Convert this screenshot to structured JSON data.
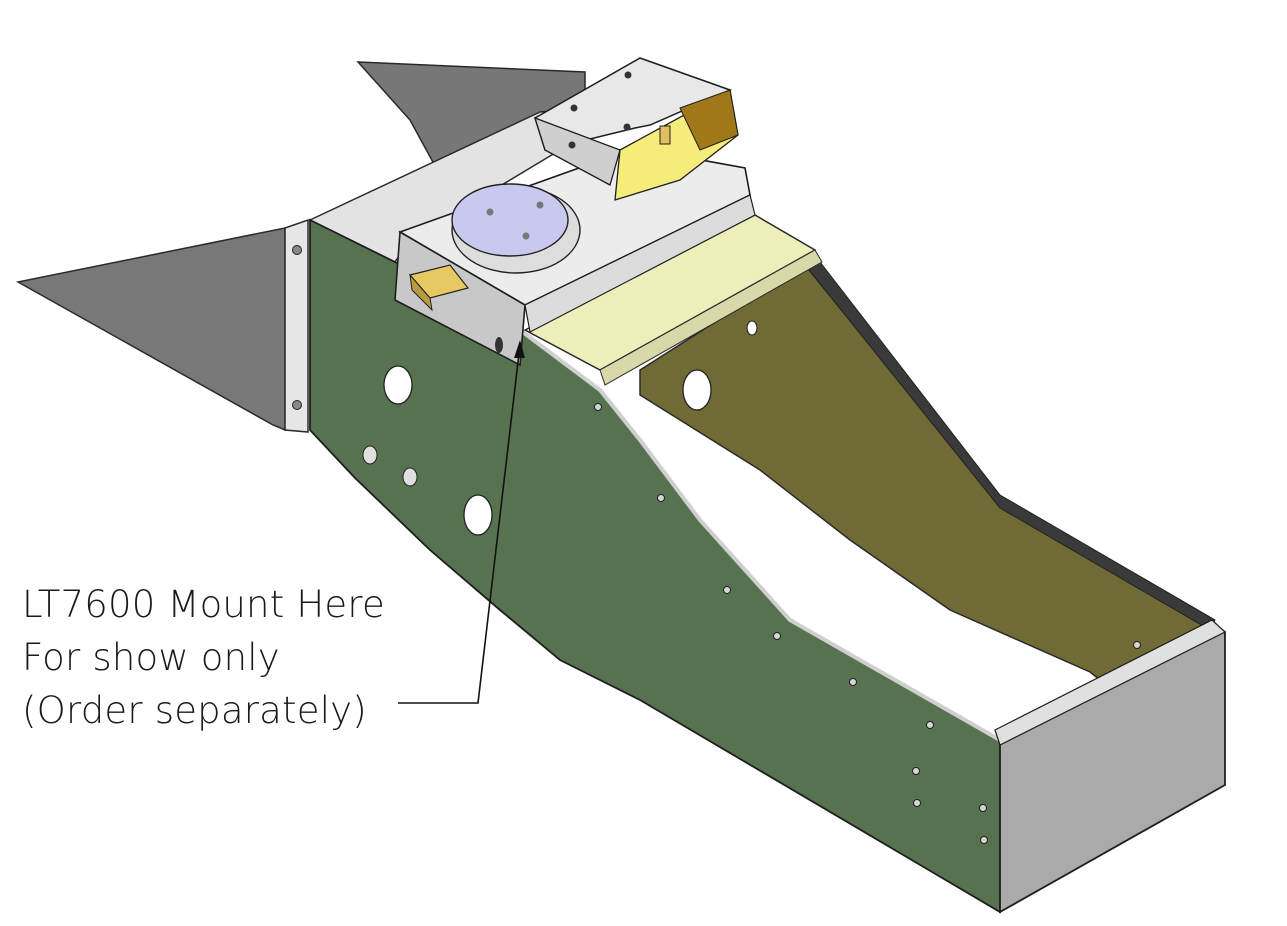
{
  "diagram": {
    "callout": {
      "line1": "LT7600 Mount Here",
      "line2": "For show only",
      "line3": "(Order separately)"
    },
    "colors": {
      "side_panel": "#56724f",
      "inner_panel": "#706b35",
      "fin": "#777777",
      "top_plate": "#e3e3e3",
      "mount_disc": "#c9c9f0",
      "yellow_part": "#f6ec7a",
      "cream_band": "#eeeebb",
      "end_plate": "#aaaaaa"
    }
  }
}
